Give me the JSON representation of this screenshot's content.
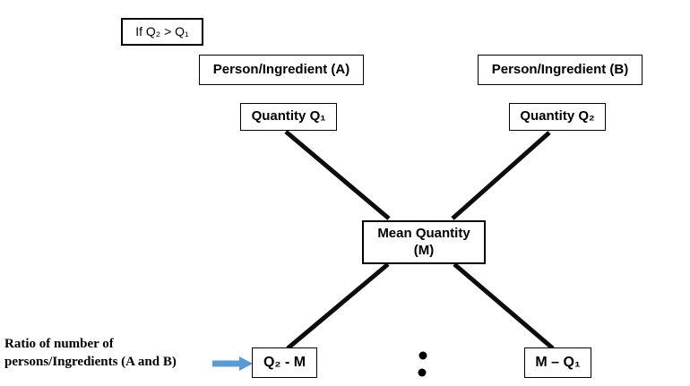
{
  "condition": {
    "label": "If Q₂ > Q₁"
  },
  "nodes": {
    "person_a": "Person/Ingredient (A)",
    "person_b": "Person/Ingredient (B)",
    "quantity_a": "Quantity Q₁",
    "quantity_b": "Quantity Q₂",
    "mean_line1": "Mean Quantity",
    "mean_line2": "(M)",
    "result_left": "Q₂ - M",
    "result_right": "M – Q₁"
  },
  "annotation": {
    "line1": "Ratio of number of",
    "line2": "persons/Ingredients (A and B)"
  },
  "colors": {
    "line": "#0d0d0d",
    "arrow": "#5B9BD5",
    "dot": "#000000"
  }
}
